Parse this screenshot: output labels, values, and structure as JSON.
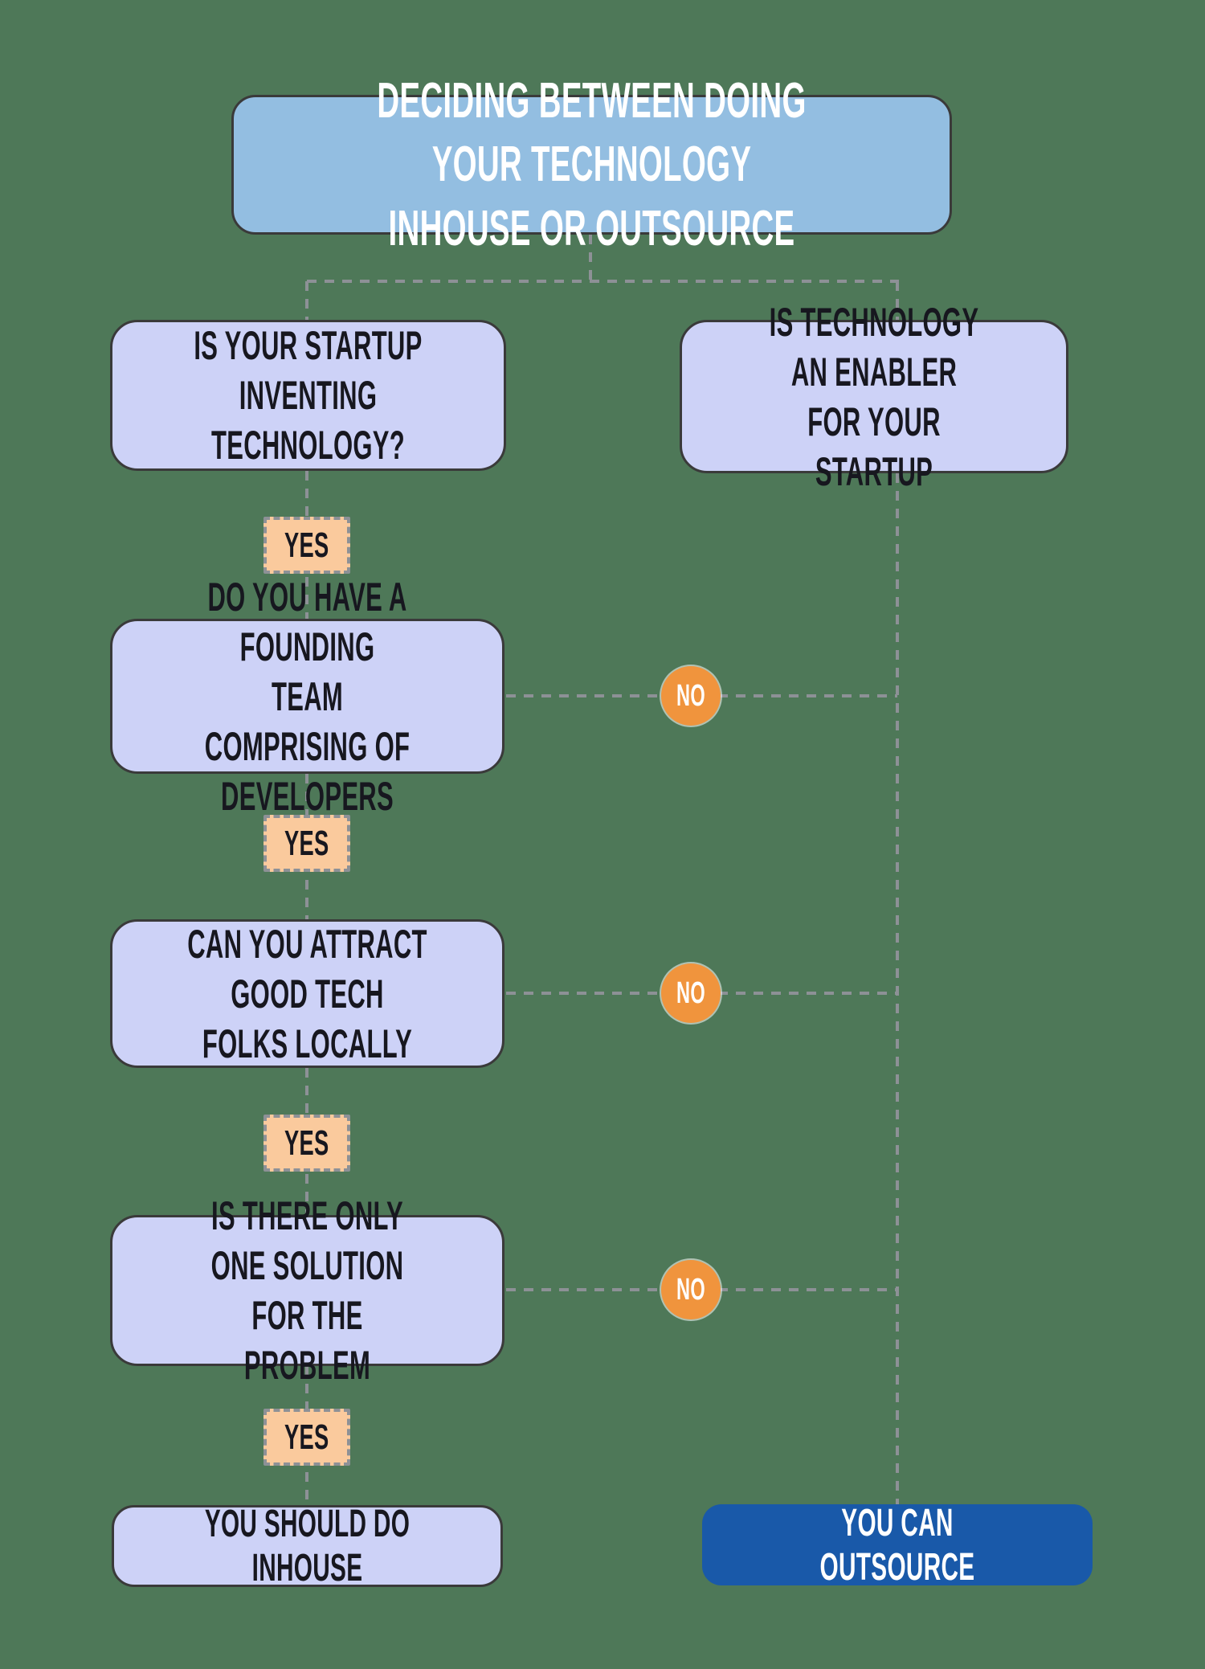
{
  "title": {
    "text": "DECIDING BETWEEN DOING YOUR TECHNOLOGY\nINHOUSE OR OUTSOURCE"
  },
  "flow": {
    "left": {
      "q1": "IS YOUR STARTUP INVENTING\nTECHNOLOGY?",
      "q2": "DO YOU HAVE A FOUNDING\nTEAM COMPRISING OF\nDEVELOPERS",
      "q3": "CAN YOU ATTRACT GOOD TECH\nFOLKS LOCALLY",
      "q4": "IS THERE ONLY ONE SOLUTION\nFOR THE PROBLEM",
      "result": "YOU SHOULD DO INHOUSE"
    },
    "right": {
      "q": "IS TECHNOLOGY AN ENABLER\nFOR YOUR STARTUP",
      "result": "YOU CAN OUTSOURCE"
    },
    "labels": {
      "yes1": "YES",
      "yes2": "YES",
      "yes3": "YES",
      "yes4": "YES",
      "no1": "NO",
      "no2": "NO",
      "no3": "NO"
    }
  },
  "colors": {
    "background": "#4E7858",
    "title_box": "#93BEE1",
    "question_box": "#CDD2F7",
    "yes_badge": "#FACA9D",
    "no_circle": "#F0943D",
    "outsource_box": "#1959A9",
    "connector": "#8D9196",
    "box_border": "#3A3A3A",
    "dark_text": "#17171F",
    "light_text": "#FFFFFF"
  }
}
